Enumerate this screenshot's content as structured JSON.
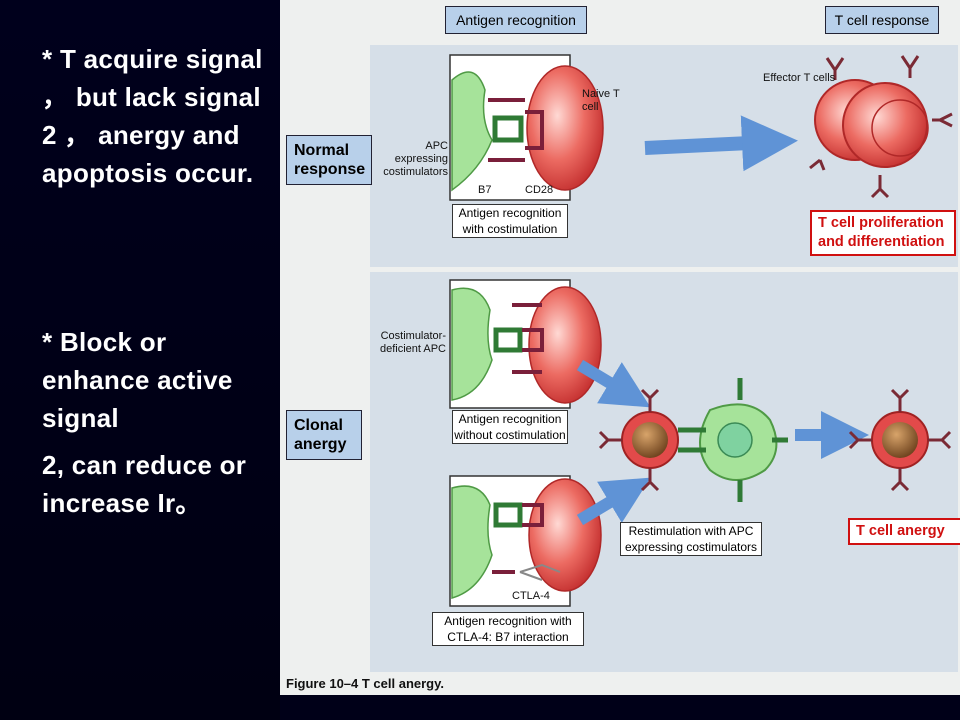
{
  "slide": {
    "text1": "* T acquire signal ， but lack signal 2 ， anergy and apoptosis occur.",
    "text2": "* Block or enhance active signal",
    "text3": "2, can reduce or increase Ir。"
  },
  "figure": {
    "header_left": "Antigen recognition",
    "header_right": "T cell response",
    "row1_label": "Normal response",
    "row2_label": "Clonal anergy",
    "apc_expressing": "APC expressing costimulators",
    "naive": "Naive T cell",
    "b7": "B7",
    "cd28": "CD28",
    "effector": "Effector T cells",
    "cap_with": "Antigen recognition with costimulation",
    "prolif": "T cell proliferation and differentiation",
    "costim_def": "Costimulator-deficient APC",
    "cap_without": "Antigen recognition without costimulation",
    "ctla4": "CTLA-4",
    "cap_ctla4": "Antigen recognition with CTLA-4: B7 interaction",
    "restim": "Restimulation with APC expressing costimulators",
    "anergy": "T cell anergy",
    "figure_caption": "Figure 10–4  T cell anergy."
  },
  "colors": {
    "apc_green": "#a6e39a",
    "tcell_red": "#e24a4a",
    "arrow_blue": "#5f93d6",
    "panel_blue": "#b8d0ea",
    "response_red": "#d01010"
  }
}
